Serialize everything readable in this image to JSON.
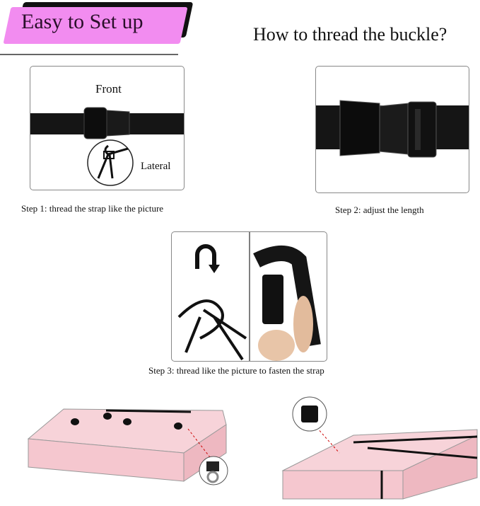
{
  "banner": {
    "label": "Easy to Set up",
    "color": "#f28cf0"
  },
  "title": "How to thread the buckle?",
  "step1": {
    "front_label": "Front",
    "lateral_label": "Lateral",
    "caption": "Step 1: thread the strap like the picture"
  },
  "step2": {
    "caption": "Step 2: adjust the length"
  },
  "step3": {
    "caption": "Step 3: thread like the picture to fasten the strap"
  },
  "colors": {
    "bed": "#f5c7cf",
    "strap": "#111111"
  }
}
